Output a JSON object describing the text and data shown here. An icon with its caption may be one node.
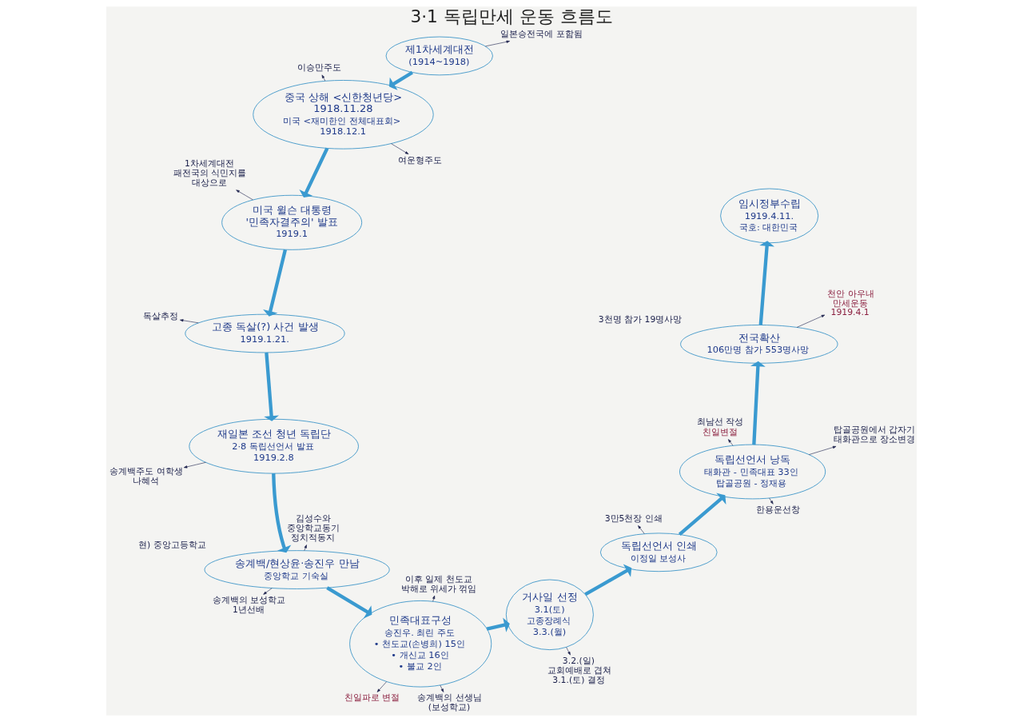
{
  "diagram": {
    "title": "3·1 독립만세 운동 흐름도",
    "nodes": [
      {
        "text": [
          "제1차세계대전",
          "(1914~1918)"
        ]
      },
      {
        "text": [
          "중국 상해 <신한청년당> 1918.11.28",
          "미국 <재미한인 전체대표회> 1918.12.1"
        ]
      },
      {
        "text": [
          "미국 윌슨 대통령 '민족자결주의' 발표",
          "1919.1"
        ]
      },
      {
        "text": [
          "고종 독살(?) 사건 발생",
          "1919.1.21."
        ]
      },
      {
        "text": [
          "재일본 조선 청년 독립단",
          "2·8 독립선언서 발표",
          "1919.2.8"
        ]
      },
      {
        "text": [
          "송계백/현상윤·송진우 만남",
          "중앙학교 기숙실"
        ],
        "beside": [
          "현) 중앙고등학교"
        ]
      },
      {
        "text": [
          "민족대표구성",
          "송진우. 최린 주도",
          "• 천도교(손병희) 15인",
          "• 개신교 16인",
          "• 불교 2인"
        ]
      },
      {
        "text": [
          "거사일 선정",
          "3.1(토)",
          "고종장례식",
          "3.3.(월)"
        ]
      },
      {
        "text": [
          "독립선언서 인쇄",
          "이정일 보성사"
        ]
      },
      {
        "text": [
          "독립선언서 낭독",
          "태화관 - 민족대표 33인",
          "탑골공원 - 정재용"
        ]
      },
      {
        "text": [
          "전국확산",
          "106만명 참가 553명사망"
        ],
        "beside": [
          "3천명 참가 19명사망"
        ]
      },
      {
        "text": [
          "임시정부수립",
          "1919.4.11.",
          "국호: 대한민국"
        ]
      },
      {
        "text": [
          "일본승전국에 포함됨"
        ]
      },
      {
        "text": [
          "여운형주도"
        ]
      },
      {
        "text": [
          "이승만주도"
        ]
      },
      {
        "text": [
          "1차세계대전 패전국의 식민지를 대상으로"
        ]
      },
      {
        "text": [
          "독살추정"
        ]
      },
      {
        "text": [
          "송계백주도 여학생 나혜석"
        ]
      },
      {
        "text": [
          "송계백의 보성학교 1년선배"
        ]
      },
      {
        "text": [
          "김성수와 중앙학교동기 정치적동지"
        ]
      },
      {
        "text": [
          "친일파로 변절"
        ]
      },
      {
        "text": [
          "송계백의 선생님 (보성학교)"
        ]
      },
      {
        "text": [
          "이후 일제 천도교 박해로 위세가 꺾임"
        ]
      },
      {
        "text": [
          "3.2.(일) 교회예배로 겹쳐 3.1.(토) 결정"
        ]
      },
      {
        "text": [
          "3만5천장 인쇄"
        ]
      },
      {
        "text": [
          "최남선 작성",
          "친일변절"
        ]
      },
      {
        "text": [
          "한용운선창"
        ]
      },
      {
        "text": [
          "탑골공원에서 갑자기 태화관으로 장소변경"
        ]
      },
      {
        "text": [
          "천안 아우내 만세운동 1919.4.1"
        ]
      }
    ],
    "edges": [
      {
        "from": 0,
        "to": 1,
        "arrow": "to",
        "style": "thick",
        "color": "#3a9ad0"
      },
      {
        "from": 1,
        "to": 2,
        "arrow": "to",
        "style": "thick",
        "color": "#3a9ad0"
      },
      {
        "from": 2,
        "to": 3,
        "arrow": "to",
        "style": "thick",
        "color": "#3a9ad0"
      },
      {
        "from": 3,
        "to": 4,
        "arrow": "to",
        "style": "thick",
        "color": "#3a9ad0"
      },
      {
        "from": 4,
        "to": 5,
        "arrow": "to",
        "style": "thick",
        "color": "#3a9ad0"
      },
      {
        "from": 5,
        "to": 6,
        "arrow": "to",
        "style": "thick",
        "color": "#3a9ad0"
      },
      {
        "from": 6,
        "to": 7,
        "arrow": "to",
        "style": "thick",
        "color": "#3a9ad0"
      },
      {
        "from": 7,
        "to": 8,
        "arrow": "to",
        "style": "thick",
        "color": "#3a9ad0"
      },
      {
        "from": 8,
        "to": 9,
        "arrow": "to",
        "style": "thick",
        "color": "#3a9ad0"
      },
      {
        "from": 9,
        "to": 10,
        "arrow": "to",
        "style": "thick",
        "color": "#3a9ad0"
      },
      {
        "from": 10,
        "to": 11,
        "arrow": "to",
        "style": "thick",
        "color": "#3a9ad0"
      },
      {
        "from": 0,
        "to": 12,
        "arrow": "to"
      },
      {
        "from": 1,
        "to": 13,
        "arrow": "to"
      },
      {
        "from": 1,
        "to": 14,
        "arrow": "to"
      },
      {
        "from": 2,
        "to": 15,
        "arrow": "to"
      },
      {
        "from": 3,
        "to": 16,
        "arrow": "to"
      },
      {
        "from": 4,
        "to": 17,
        "arrow": "to"
      },
      {
        "from": 5,
        "to": 18,
        "arrow": "to"
      },
      {
        "from": 5,
        "to": 19,
        "arrow": "to"
      },
      {
        "from": 6,
        "to": 20,
        "arrow": "to"
      },
      {
        "from": 6,
        "to": 21,
        "arrow": "to"
      },
      {
        "from": 6,
        "to": 22,
        "arrow": "to"
      },
      {
        "from": 7,
        "to": 23,
        "arrow": "to"
      },
      {
        "from": 8,
        "to": 24,
        "arrow": "to"
      },
      {
        "from": 9,
        "to": 25,
        "arrow": "to"
      },
      {
        "from": 9,
        "to": 26,
        "arrow": "to"
      },
      {
        "from": 9,
        "to": 27,
        "arrow": "to"
      },
      {
        "from": 10,
        "to": 28,
        "arrow": "to"
      }
    ]
  }
}
